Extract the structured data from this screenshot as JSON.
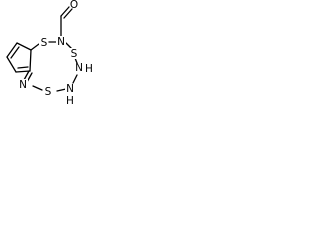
{
  "molecule": {
    "atoms": {
      "o": "O",
      "n_top": "N",
      "s_left": "S",
      "s_right": "S",
      "nh_right": "N",
      "nh_right_h": "H",
      "n_bottom_left": "N",
      "s_bottom": "S",
      "nh_bottom": "N",
      "nh_bottom_h": "H"
    }
  }
}
